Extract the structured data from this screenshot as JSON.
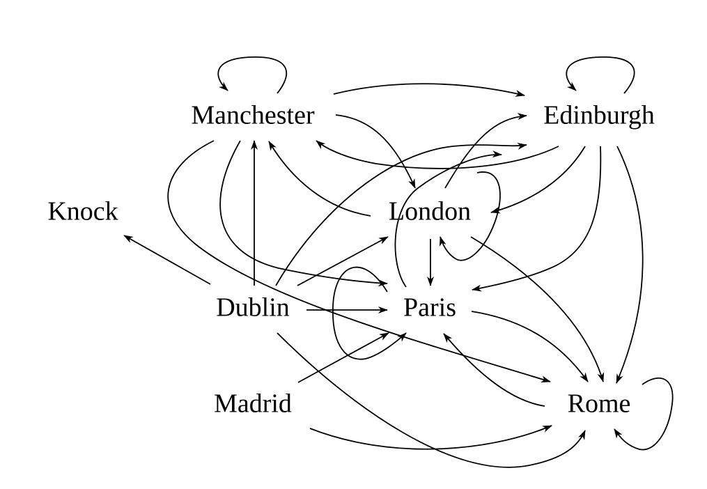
{
  "graph": {
    "nodes": [
      {
        "id": "manchester",
        "label": "Manchester"
      },
      {
        "id": "edinburgh",
        "label": "Edinburgh"
      },
      {
        "id": "knock",
        "label": "Knock"
      },
      {
        "id": "london",
        "label": "London"
      },
      {
        "id": "dublin",
        "label": "Dublin"
      },
      {
        "id": "paris",
        "label": "Paris"
      },
      {
        "id": "madrid",
        "label": "Madrid"
      },
      {
        "id": "rome",
        "label": "Rome"
      }
    ],
    "edges": [
      {
        "from": "manchester",
        "to": "manchester"
      },
      {
        "from": "edinburgh",
        "to": "edinburgh"
      },
      {
        "from": "london",
        "to": "london"
      },
      {
        "from": "paris",
        "to": "paris"
      },
      {
        "from": "rome",
        "to": "rome"
      },
      {
        "from": "manchester",
        "to": "edinburgh"
      },
      {
        "from": "manchester",
        "to": "london"
      },
      {
        "from": "manchester",
        "to": "paris"
      },
      {
        "from": "manchester",
        "to": "rome"
      },
      {
        "from": "edinburgh",
        "to": "manchester"
      },
      {
        "from": "edinburgh",
        "to": "london"
      },
      {
        "from": "edinburgh",
        "to": "paris"
      },
      {
        "from": "edinburgh",
        "to": "rome"
      },
      {
        "from": "london",
        "to": "manchester"
      },
      {
        "from": "london",
        "to": "edinburgh"
      },
      {
        "from": "london",
        "to": "paris"
      },
      {
        "from": "london",
        "to": "rome"
      },
      {
        "from": "dublin",
        "to": "knock"
      },
      {
        "from": "dublin",
        "to": "manchester"
      },
      {
        "from": "dublin",
        "to": "edinburgh"
      },
      {
        "from": "dublin",
        "to": "london"
      },
      {
        "from": "dublin",
        "to": "paris"
      },
      {
        "from": "dublin",
        "to": "rome"
      },
      {
        "from": "paris",
        "to": "edinburgh"
      },
      {
        "from": "paris",
        "to": "rome"
      },
      {
        "from": "madrid",
        "to": "paris"
      },
      {
        "from": "madrid",
        "to": "rome"
      },
      {
        "from": "rome",
        "to": "paris"
      }
    ]
  }
}
